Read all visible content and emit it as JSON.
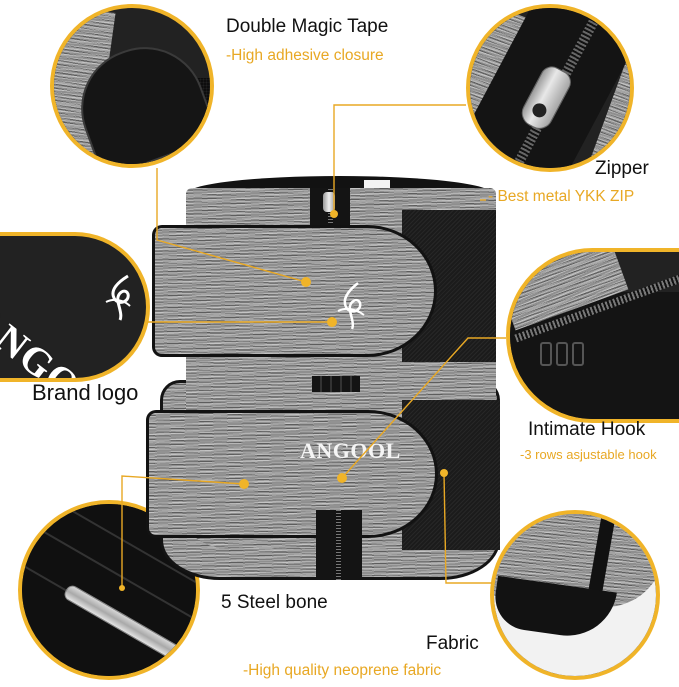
{
  "product": {
    "brand": "ANGOOL",
    "type": "waist trainer belt",
    "accent_color": "#f0b429",
    "label_color": "#111111",
    "sublabel_color": "#e8a824"
  },
  "features": [
    {
      "id": "tape",
      "title": "Double Magic Tape",
      "subtitle": "-High adhesive closure",
      "icon": "velcro-closeup"
    },
    {
      "id": "zipper",
      "title": "Zipper",
      "subtitle": "- Best metal YKK ZIP",
      "icon": "zipper-closeup"
    },
    {
      "id": "logo",
      "title": "Brand logo",
      "subtitle": "",
      "icon": "brand-logo-closeup",
      "logo_text": "ANGOOL"
    },
    {
      "id": "hook",
      "title": "Intimate Hook",
      "subtitle": "-3 rows asjustable hook",
      "icon": "hook-eye-closeup"
    },
    {
      "id": "bone",
      "title": "5 Steel bone",
      "subtitle": "",
      "icon": "steel-bone-closeup"
    },
    {
      "id": "fabric",
      "title": "Fabric",
      "subtitle": "-High quality neoprene fabric",
      "icon": "neoprene-fabric-closeup"
    }
  ],
  "belt": {
    "logo_text": "ANGOOL"
  }
}
